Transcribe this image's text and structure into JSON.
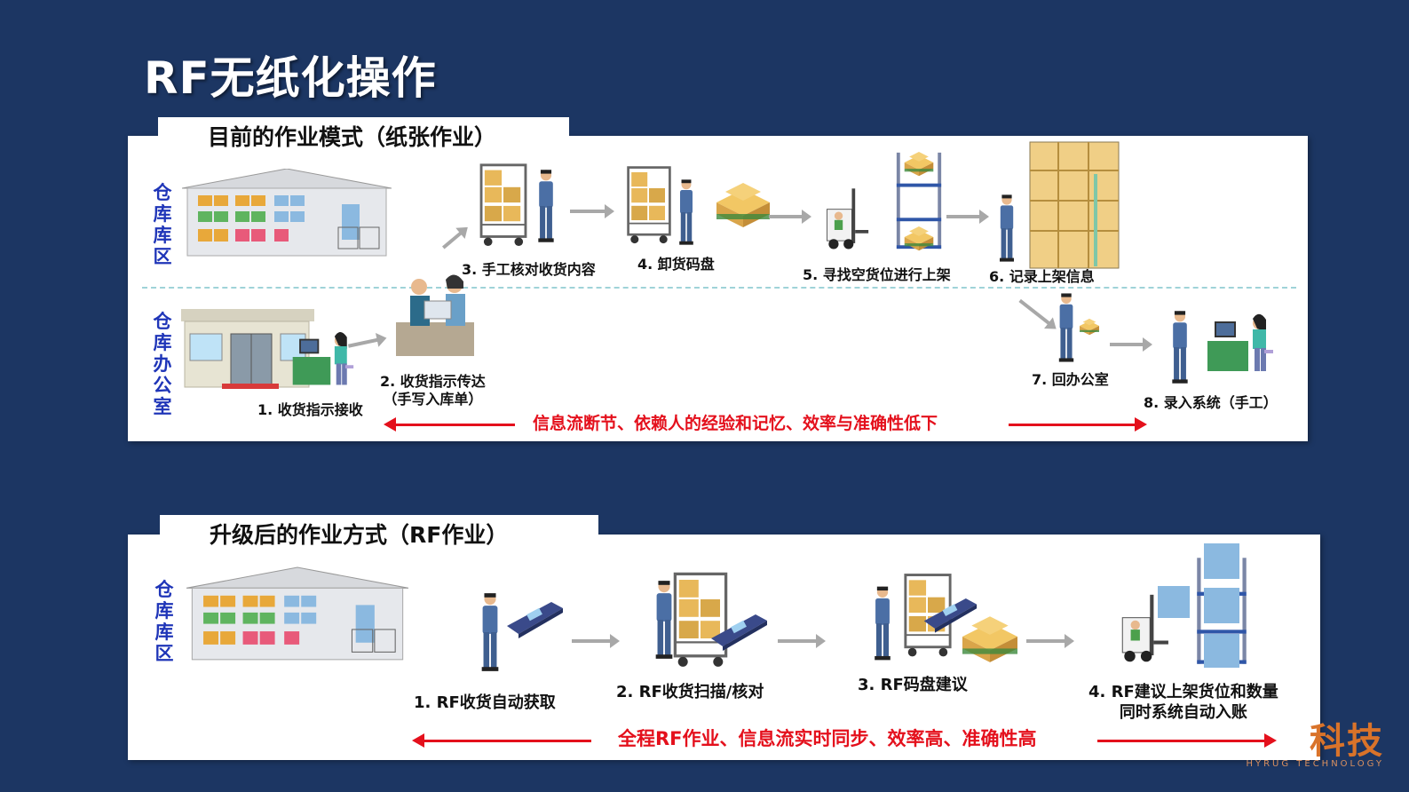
{
  "slide": {
    "title": "RF无纸化操作"
  },
  "current_mode": {
    "title": "目前的作业模式（纸张作业）",
    "zones": {
      "warehouse": "仓库库区",
      "office": "仓库办公室"
    },
    "steps": [
      {
        "label": "1. 收货指示接收"
      },
      {
        "label": "2. 收货指示传达",
        "sub": "（手写入库单）"
      },
      {
        "label": "3. 手工核对收货内容"
      },
      {
        "label": "4. 卸货码盘"
      },
      {
        "label": "5. 寻找空货位进行上架"
      },
      {
        "label": "6. 记录上架信息"
      },
      {
        "label": "7. 回办公室"
      },
      {
        "label": "8. 录入系统（手工）"
      }
    ],
    "banner": "信息流断节、依赖人的经验和记忆、效率与准确性低下"
  },
  "upgraded_mode": {
    "title": "升级后的作业方式（RF作业）",
    "zones": {
      "warehouse": "仓库库区"
    },
    "steps": [
      {
        "label": "1. RF收货自动获取"
      },
      {
        "label": "2. RF收货扫描/核对"
      },
      {
        "label": "3. RF码盘建议"
      },
      {
        "label": "4. RF建议上架货位和数量",
        "sub": "同时系统自动入账"
      }
    ],
    "banner": "全程RF作业、信息流实时同步、效率高、准确性高"
  },
  "logo": {
    "cn": "科技",
    "en": "HYRUG TECHNOLOGY"
  },
  "colors": {
    "background": "#1c3663",
    "zone_text": "#1f35b8",
    "banner": "#e4101c",
    "flow_arrow": "#a8a8a8"
  },
  "icons": [
    "warehouse-icon",
    "office-icon",
    "worker-icon",
    "cart-icon",
    "forklift-icon",
    "rack-icon",
    "rf-scanner-icon",
    "computer-desk-icon"
  ]
}
